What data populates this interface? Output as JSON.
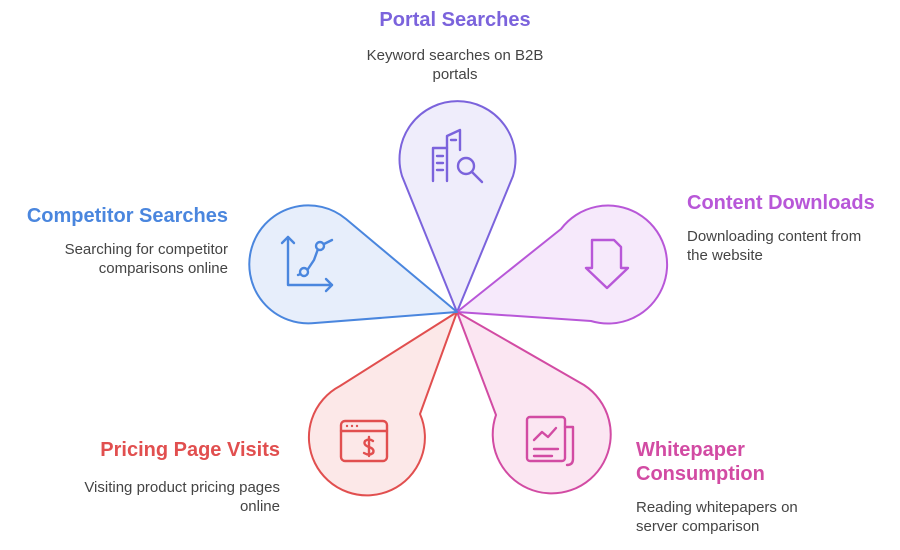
{
  "items": [
    {
      "key": "portal",
      "title": "Portal Searches",
      "description_lines": [
        "Keyword searches on B2B",
        "portals"
      ],
      "color": "#7b63dc",
      "fill": "#efedfb",
      "icon": "building-search-icon"
    },
    {
      "key": "content",
      "title": "Content Downloads",
      "description_lines": [
        "Downloading content from",
        "the website"
      ],
      "color": "#b857d8",
      "fill": "#f6e9fb",
      "icon": "download-file-icon"
    },
    {
      "key": "whitepaper",
      "title_lines": [
        "Whitepaper",
        "Consumption"
      ],
      "description_lines": [
        "Reading whitepapers on",
        "server comparison"
      ],
      "color": "#d24ba3",
      "fill": "#fbe6f2",
      "icon": "report-chart-icon"
    },
    {
      "key": "pricing",
      "title": "Pricing Page Visits",
      "description_lines": [
        "Visiting product pricing pages",
        "online"
      ],
      "color": "#e14f4f",
      "fill": "#fce8e8",
      "icon": "browser-dollar-icon"
    },
    {
      "key": "competitor",
      "title": "Competitor Searches",
      "description_lines": [
        "Searching for competitor",
        "comparisons online"
      ],
      "color": "#4a86de",
      "fill": "#e7eefb",
      "icon": "line-chart-icon"
    }
  ]
}
